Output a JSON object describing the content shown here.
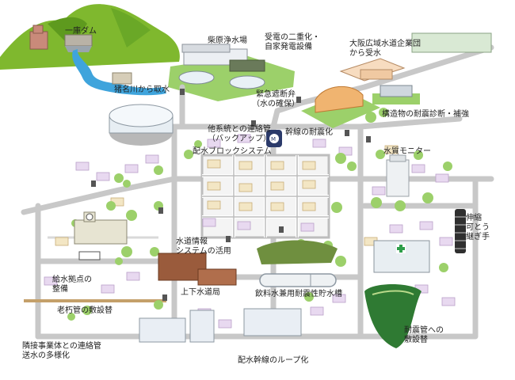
{
  "labels": {
    "dam": "一庫ダム",
    "intake": "猪名川から取水",
    "purification_plant": "柴原浄水場",
    "power_redundancy": "受電の二重化・\n自家発電設備",
    "osaka_wide_area": "大阪広域水道企業団\nから受水",
    "emergency_valve": "緊急遮断弁\n（水の確保）",
    "structure_diagnosis": "構造物の耐震診断・補強",
    "backup_link": "他系統との連絡管\n（バックアップ）",
    "trunk_seismic": "幹線の耐震化",
    "block_system": "配水ブロックシステム",
    "quality_monitor": "水質モニター",
    "expansion_joint": "伸縮\n可とう\n継ぎ手",
    "info_system": "水道情報\nシステムの活用",
    "supply_base": "給水拠点の\n整備",
    "waterworks_bureau": "上下水道局",
    "storage_tank": "飲料水兼用耐震性貯水槽",
    "old_pipe_replacement": "老朽管の敷設替",
    "seismic_pipe": "耐震管への\n敷設替",
    "neighbor_link": "隣接事業体との連絡管\n送水の多様化",
    "loop": "配水幹線のループ化"
  },
  "colors": {
    "mountain": "#7fb82e",
    "river": "#3fa4dc",
    "pipe": "#c8c8c8",
    "grass": "#9cd06a"
  },
  "icons": {
    "clock": "clock-icon",
    "hospital_cross": "hospital-cross-icon",
    "meter": "water-meter-icon"
  }
}
